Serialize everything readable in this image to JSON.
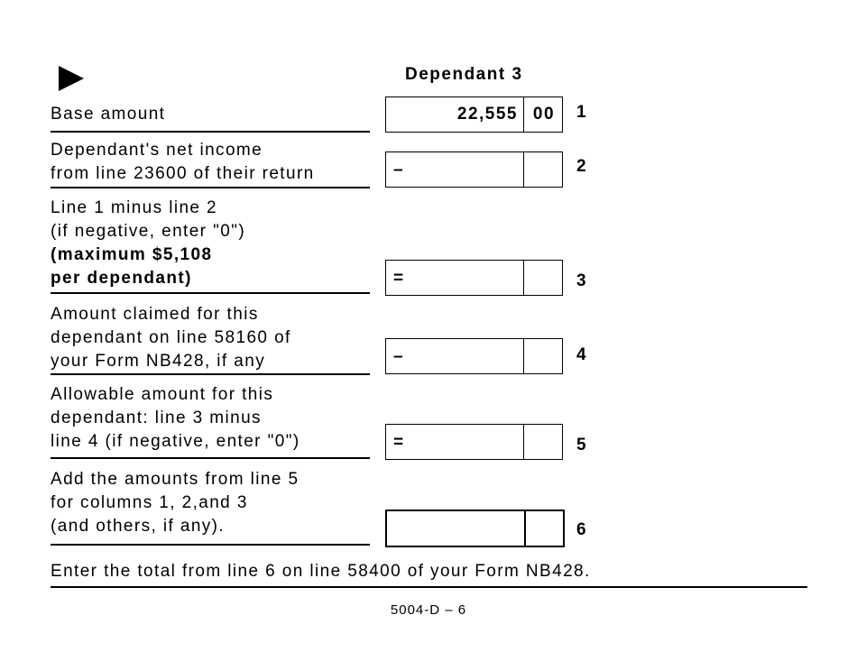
{
  "column_header": "Dependant 3",
  "arrow_icon": "right-pointing-triangle",
  "lines": [
    {
      "number": "1",
      "label_lines": [
        "Base amount"
      ],
      "bold_lines": [],
      "sign": "",
      "dollars": "22,555",
      "cents": "00"
    },
    {
      "number": "2",
      "label_lines": [
        "Dependant's net income",
        "from line 23600 of their return"
      ],
      "bold_lines": [],
      "sign": "–",
      "dollars": "",
      "cents": ""
    },
    {
      "number": "3",
      "label_lines": [
        "Line 1 minus line 2",
        "(if negative, enter \"0\")"
      ],
      "bold_lines": [
        "(maximum $5,108",
        "per dependant)"
      ],
      "sign": "=",
      "dollars": "",
      "cents": ""
    },
    {
      "number": "4",
      "label_lines": [
        "Amount claimed for this",
        "dependant on line 58160 of",
        "your Form NB428, if any"
      ],
      "bold_lines": [],
      "sign": "–",
      "dollars": "",
      "cents": ""
    },
    {
      "number": "5",
      "label_lines": [
        "Allowable amount for this",
        "dependant: line 3 minus",
        "line 4 (if negative, enter \"0\")"
      ],
      "bold_lines": [],
      "sign": "=",
      "dollars": "",
      "cents": ""
    },
    {
      "number": "6",
      "label_lines": [
        "Add the amounts from line 5",
        "for columns 1, 2,and 3",
        "(and others, if any)."
      ],
      "bold_lines": [],
      "sign": "",
      "dollars": "",
      "cents": ""
    }
  ],
  "instruction": "Enter the total from line 6 on line 58400 of your Form NB428.",
  "footer": "5004-D – 6"
}
